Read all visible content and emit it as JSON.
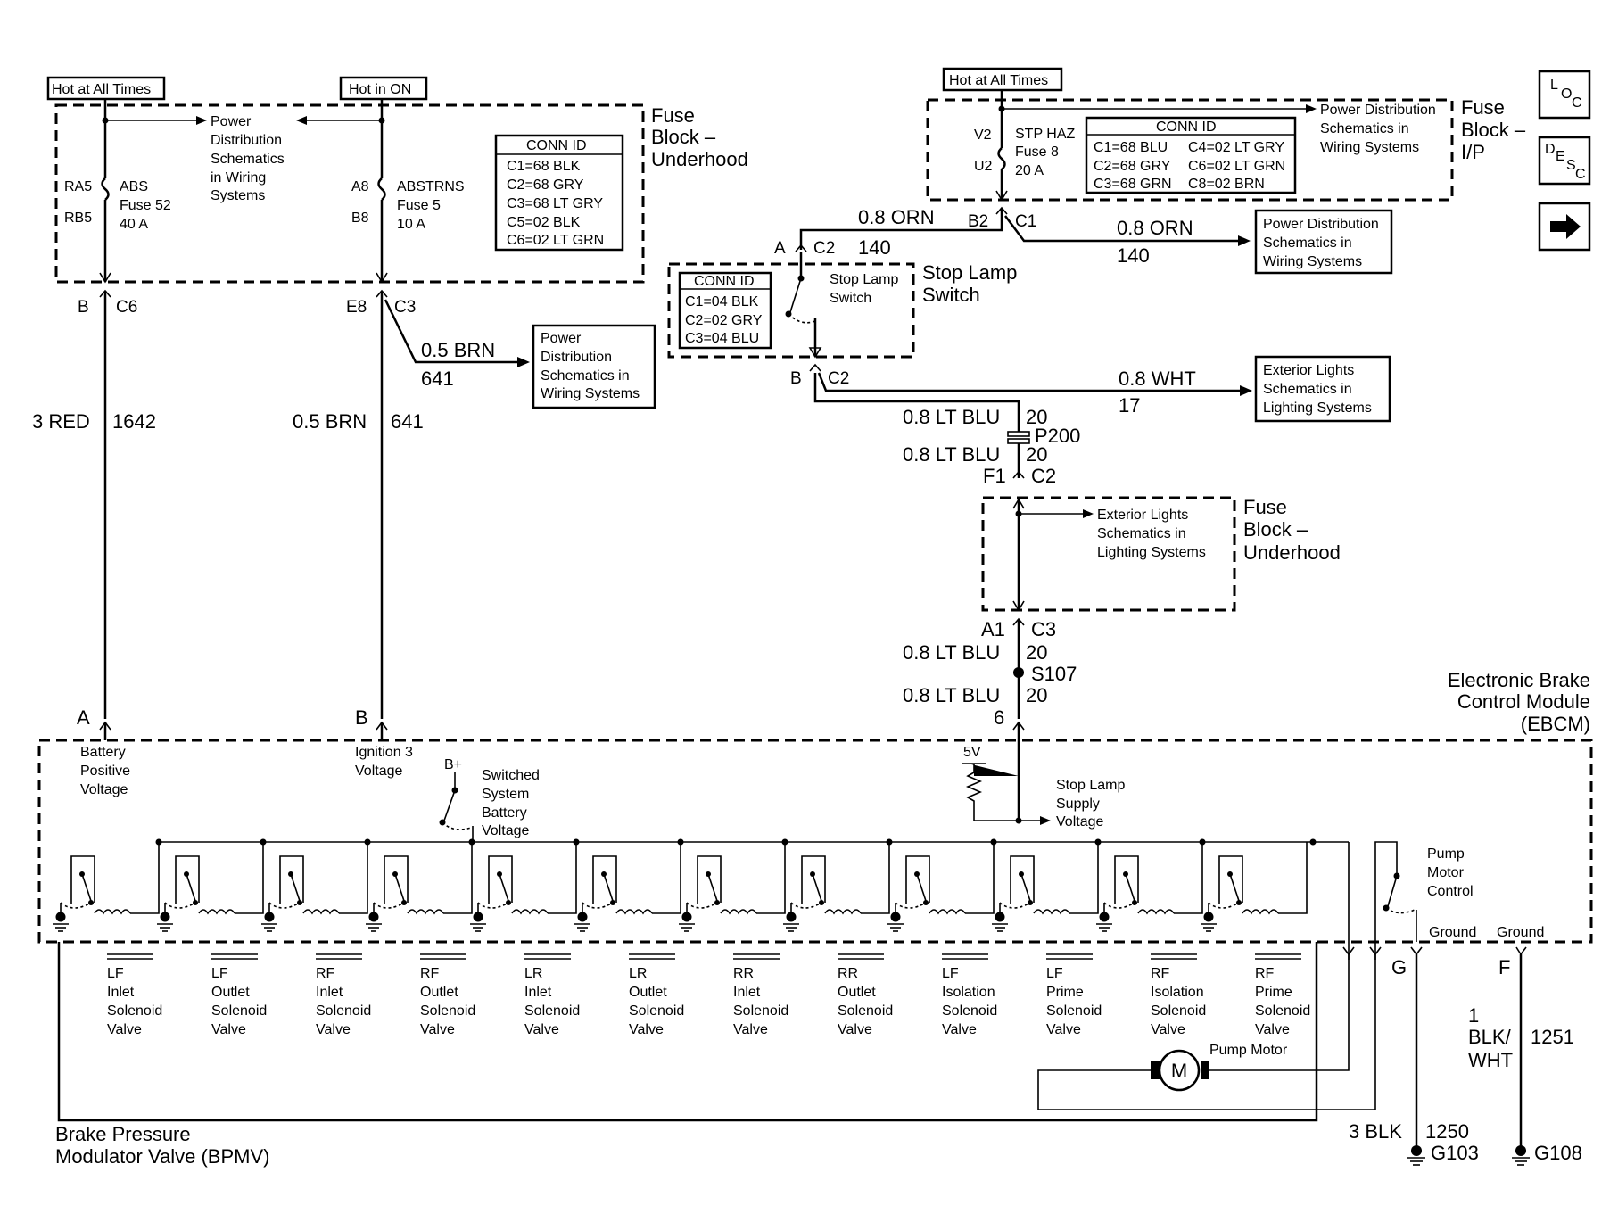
{
  "labels": {
    "hot_all_times": "Hot at All Times",
    "hot_in_on": "Hot in ON",
    "pd_wiring": [
      "Power",
      "Distribution",
      "Schematics",
      "in Wiring",
      "Systems"
    ],
    "fuse_block_underhood": [
      "Fuse",
      "Block –",
      "Underhood"
    ],
    "fuse_block_ip": [
      "Fuse",
      "Block –",
      "I/P"
    ],
    "conn_id": "CONN ID",
    "conn_ebcm": [
      "C1=68 BLK",
      "C2=68 GRY",
      "C3=68 LT GRY",
      "C5=02 BLK",
      "C6=02 LT GRN"
    ],
    "conn_ip_left": [
      "C1=68 BLU",
      "C2=68 GRY",
      "C3=68 GRN"
    ],
    "conn_ip_right": [
      "C4=02 LT GRY",
      "C6=02 LT GRN",
      "C8=02 BRN"
    ],
    "conn_switch": [
      "C1=04 BLK",
      "C2=02 GRY",
      "C3=04 BLU"
    ],
    "abs_fuse": [
      "ABS",
      "Fuse 52",
      "40 A"
    ],
    "ra5": "RA5",
    "rb5": "RB5",
    "abstrns_fuse": [
      "ABSTRNS",
      "Fuse 5",
      "10 A"
    ],
    "a8": "A8",
    "b8": "B8",
    "stp_haz_fuse": [
      "STP HAZ",
      "Fuse 8",
      "20 A"
    ],
    "v2": "V2",
    "u2": "U2",
    "pd_ip": [
      "Power Distribution",
      "Schematics in",
      "Wiring Systems"
    ],
    "pd_box_right": [
      "Power Distribution",
      "Schematics in",
      "Wiring Systems"
    ],
    "pd_box_mid": [
      "Power",
      "Distribution",
      "Schematics in",
      "Wiring Systems"
    ],
    "ext_box": [
      "Exterior Lights",
      "Schematics in",
      "Lighting Systems"
    ],
    "ext_inner": [
      "Exterior Lights",
      "Schematics in",
      "Lighting Systems"
    ],
    "stop_lamp_switch": [
      "Stop Lamp",
      "Switch"
    ],
    "stop_lamp_switch_small": [
      "Stop Lamp",
      "Switch"
    ],
    "conn_b": "B",
    "conn_c6": "C6",
    "conn_e8": "E8",
    "conn_c3": "C3",
    "conn_b2": "B2",
    "conn_c1": "C1",
    "conn_a": "A",
    "conn_c2": "C2",
    "conn_b_sw": "B",
    "conn_c2_sw": "C2",
    "conn_f1": "F1",
    "conn_c2b": "C2",
    "conn_a1": "A1",
    "conn_c3b": "C3",
    "w_3red": "3 RED",
    "w_1642": "1642",
    "w_05brn": "0.5 BRN",
    "w_641": "641",
    "w_05brn_b": "0.5 BRN",
    "w_641_b": "641",
    "w_08orn_a": "0.8 ORN",
    "w_140_a": "140",
    "w_08orn_b": "0.8 ORN",
    "w_140_b": "140",
    "w_08wht": "0.8 WHT",
    "w_17": "17",
    "w_08ltblu": "0.8 LT BLU",
    "w_20": "20",
    "w_6": "6",
    "p200": "P200",
    "s107": "S107",
    "ebcm": [
      "Electronic Brake",
      "Control Module",
      "(EBCM)"
    ],
    "pin_a": "A",
    "pin_b": "B",
    "pin_g": "G",
    "pin_f": "F",
    "battery_positive": [
      "Battery",
      "Positive",
      "Voltage"
    ],
    "ignition_3": [
      "Ignition 3",
      "Voltage"
    ],
    "b_plus": "B+",
    "switched_battery": [
      "Switched",
      "System",
      "Battery",
      "Voltage"
    ],
    "five_v": "5V",
    "stop_lamp_supply": [
      "Stop Lamp",
      "Supply",
      "Voltage"
    ],
    "pump_motor_control": [
      "Pump",
      "Motor",
      "Control"
    ],
    "ground": "Ground",
    "valves": [
      [
        "LF",
        "Inlet",
        "Solenoid",
        "Valve"
      ],
      [
        "LF",
        "Outlet",
        "Solenoid",
        "Valve"
      ],
      [
        "RF",
        "Inlet",
        "Solenoid",
        "Valve"
      ],
      [
        "RF",
        "Outlet",
        "Solenoid",
        "Valve"
      ],
      [
        "LR",
        "Inlet",
        "Solenoid",
        "Valve"
      ],
      [
        "LR",
        "Outlet",
        "Solenoid",
        "Valve"
      ],
      [
        "RR",
        "Inlet",
        "Solenoid",
        "Valve"
      ],
      [
        "RR",
        "Outlet",
        "Solenoid",
        "Valve"
      ],
      [
        "LF",
        "Isolation",
        "Solenoid",
        "Valve"
      ],
      [
        "LF",
        "Prime",
        "Solenoid",
        "Valve"
      ],
      [
        "RF",
        "Isolation",
        "Solenoid",
        "Valve"
      ],
      [
        "RF",
        "Prime",
        "Solenoid",
        "Valve"
      ]
    ],
    "pump_motor": "Pump Motor",
    "motor_m": "M",
    "bpmv": [
      "Brake Pressure",
      "Modulator Valve (BPMV)"
    ],
    "w_1blkwht": [
      "1",
      "BLK/",
      "WHT"
    ],
    "w_1251": "1251",
    "w_3blk": "3 BLK",
    "w_1250": "1250",
    "g103": "G103",
    "g108": "G108"
  },
  "nav": {
    "loc": [
      "L",
      "O",
      "C"
    ],
    "desc": [
      "D",
      "E",
      "S",
      "C"
    ],
    "arrow": "→"
  }
}
